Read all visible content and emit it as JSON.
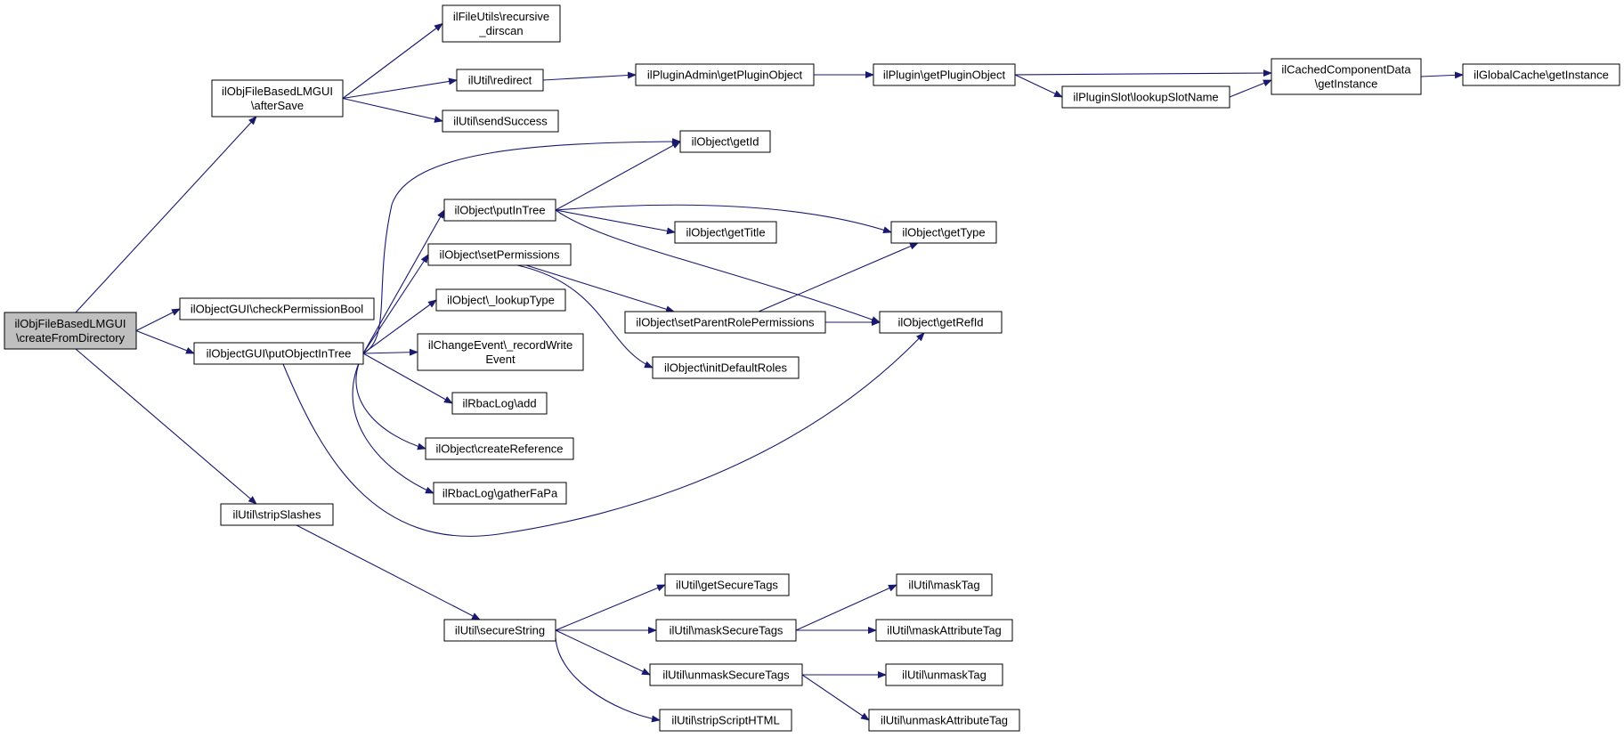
{
  "colors": {
    "edge": "#191970",
    "node_fill": "#ffffff",
    "root_fill": "#bfbfbf",
    "border": "#000000"
  },
  "nodes": [
    {
      "id": "root",
      "lines": [
        "ilObjFileBasedLMGUI",
        "\\createFromDirectory"
      ],
      "root": true
    },
    {
      "id": "afterSave",
      "lines": [
        "ilObjFileBasedLMGUI",
        "\\afterSave"
      ]
    },
    {
      "id": "checkPermissionBool",
      "lines": [
        "ilObjectGUI\\checkPermissionBool"
      ]
    },
    {
      "id": "putObjectInTree",
      "lines": [
        "ilObjectGUI\\putObjectInTree"
      ]
    },
    {
      "id": "stripSlashes",
      "lines": [
        "ilUtil\\stripSlashes"
      ]
    },
    {
      "id": "recursive_dirscan",
      "lines": [
        "ilFileUtils\\recursive",
        "_dirscan"
      ]
    },
    {
      "id": "redirect",
      "lines": [
        "ilUtil\\redirect"
      ]
    },
    {
      "id": "sendSuccess",
      "lines": [
        "ilUtil\\sendSuccess"
      ]
    },
    {
      "id": "pluginAdminGetPluginObject",
      "lines": [
        "ilPluginAdmin\\getPluginObject"
      ]
    },
    {
      "id": "pluginGetPluginObject",
      "lines": [
        "ilPlugin\\getPluginObject"
      ]
    },
    {
      "id": "cachedGetInstance",
      "lines": [
        "ilCachedComponentData",
        "\\getInstance"
      ]
    },
    {
      "id": "globalCacheGetInstance",
      "lines": [
        "ilGlobalCache\\getInstance"
      ]
    },
    {
      "id": "lookupSlotName",
      "lines": [
        "ilPluginSlot\\lookupSlotName"
      ]
    },
    {
      "id": "getId",
      "lines": [
        "ilObject\\getId"
      ]
    },
    {
      "id": "putInTree",
      "lines": [
        "ilObject\\putInTree"
      ]
    },
    {
      "id": "getTitle",
      "lines": [
        "ilObject\\getTitle"
      ]
    },
    {
      "id": "getType",
      "lines": [
        "ilObject\\getType"
      ]
    },
    {
      "id": "setPermissions",
      "lines": [
        "ilObject\\setPermissions"
      ]
    },
    {
      "id": "lookupType",
      "lines": [
        "ilObject\\_lookupType"
      ]
    },
    {
      "id": "setParentRolePermissions",
      "lines": [
        "ilObject\\setParentRolePermissions"
      ]
    },
    {
      "id": "getRefId",
      "lines": [
        "ilObject\\getRefId"
      ]
    },
    {
      "id": "initDefaultRoles",
      "lines": [
        "ilObject\\initDefaultRoles"
      ]
    },
    {
      "id": "recordWriteEvent",
      "lines": [
        "ilChangeEvent\\_recordWrite",
        "Event"
      ]
    },
    {
      "id": "rbacLogAdd",
      "lines": [
        "ilRbacLog\\add"
      ]
    },
    {
      "id": "createReference",
      "lines": [
        "ilObject\\createReference"
      ]
    },
    {
      "id": "gatherFaPa",
      "lines": [
        "ilRbacLog\\gatherFaPa"
      ]
    },
    {
      "id": "secureString",
      "lines": [
        "ilUtil\\secureString"
      ]
    },
    {
      "id": "getSecureTags",
      "lines": [
        "ilUtil\\getSecureTags"
      ]
    },
    {
      "id": "maskSecureTags",
      "lines": [
        "ilUtil\\maskSecureTags"
      ]
    },
    {
      "id": "unmaskSecureTags",
      "lines": [
        "ilUtil\\unmaskSecureTags"
      ]
    },
    {
      "id": "stripScriptHTML",
      "lines": [
        "ilUtil\\stripScriptHTML"
      ]
    },
    {
      "id": "maskTag",
      "lines": [
        "ilUtil\\maskTag"
      ]
    },
    {
      "id": "maskAttributeTag",
      "lines": [
        "ilUtil\\maskAttributeTag"
      ]
    },
    {
      "id": "unmaskTag",
      "lines": [
        "ilUtil\\unmaskTag"
      ]
    },
    {
      "id": "unmaskAttributeTag",
      "lines": [
        "ilUtil\\unmaskAttributeTag"
      ]
    }
  ],
  "edges": [
    [
      "root",
      "afterSave"
    ],
    [
      "root",
      "checkPermissionBool"
    ],
    [
      "root",
      "putObjectInTree"
    ],
    [
      "root",
      "stripSlashes"
    ],
    [
      "afterSave",
      "recursive_dirscan"
    ],
    [
      "afterSave",
      "redirect"
    ],
    [
      "afterSave",
      "sendSuccess"
    ],
    [
      "redirect",
      "pluginAdminGetPluginObject"
    ],
    [
      "pluginAdminGetPluginObject",
      "pluginGetPluginObject"
    ],
    [
      "pluginGetPluginObject",
      "cachedGetInstance"
    ],
    [
      "pluginGetPluginObject",
      "lookupSlotName"
    ],
    [
      "lookupSlotName",
      "cachedGetInstance"
    ],
    [
      "cachedGetInstance",
      "globalCacheGetInstance"
    ],
    [
      "putObjectInTree",
      "getId"
    ],
    [
      "putObjectInTree",
      "putInTree"
    ],
    [
      "putObjectInTree",
      "setPermissions"
    ],
    [
      "putObjectInTree",
      "lookupType"
    ],
    [
      "putObjectInTree",
      "recordWriteEvent"
    ],
    [
      "putObjectInTree",
      "rbacLogAdd"
    ],
    [
      "putObjectInTree",
      "createReference"
    ],
    [
      "putObjectInTree",
      "gatherFaPa"
    ],
    [
      "putObjectInTree",
      "getRefId"
    ],
    [
      "putInTree",
      "getId"
    ],
    [
      "putInTree",
      "getTitle"
    ],
    [
      "putInTree",
      "getType"
    ],
    [
      "putInTree",
      "getRefId"
    ],
    [
      "setPermissions",
      "setParentRolePermissions"
    ],
    [
      "setPermissions",
      "initDefaultRoles"
    ],
    [
      "setParentRolePermissions",
      "getType"
    ],
    [
      "setParentRolePermissions",
      "getRefId"
    ],
    [
      "stripSlashes",
      "secureString"
    ],
    [
      "secureString",
      "getSecureTags"
    ],
    [
      "secureString",
      "maskSecureTags"
    ],
    [
      "secureString",
      "unmaskSecureTags"
    ],
    [
      "secureString",
      "stripScriptHTML"
    ],
    [
      "maskSecureTags",
      "maskTag"
    ],
    [
      "maskSecureTags",
      "maskAttributeTag"
    ],
    [
      "unmaskSecureTags",
      "unmaskTag"
    ],
    [
      "unmaskSecureTags",
      "unmaskAttributeTag"
    ]
  ]
}
